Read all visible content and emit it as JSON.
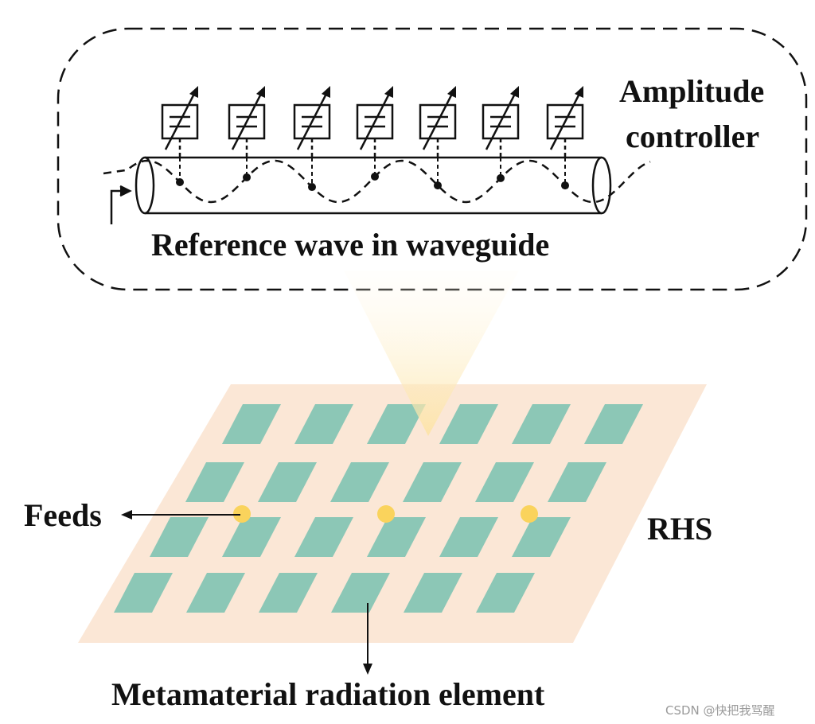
{
  "labels": {
    "amplitude_line1": "Amplitude",
    "amplitude_line2": "controller",
    "reference_wave": "Reference wave in waveguide",
    "feeds": "Feeds",
    "rhs": "RHS",
    "element": "Metamaterial radiation element"
  },
  "watermark": "CSDN @快把我骂醒",
  "colors": {
    "panel": "#fbe7d6",
    "patch": "#8cc7b6",
    "feed": "#fad35c",
    "beam": "#fde9b2",
    "ink": "#111111"
  },
  "layout_counts": {
    "controllers": 7,
    "patch_rows": 4,
    "patches_per_row": 6,
    "feeds": 3
  }
}
